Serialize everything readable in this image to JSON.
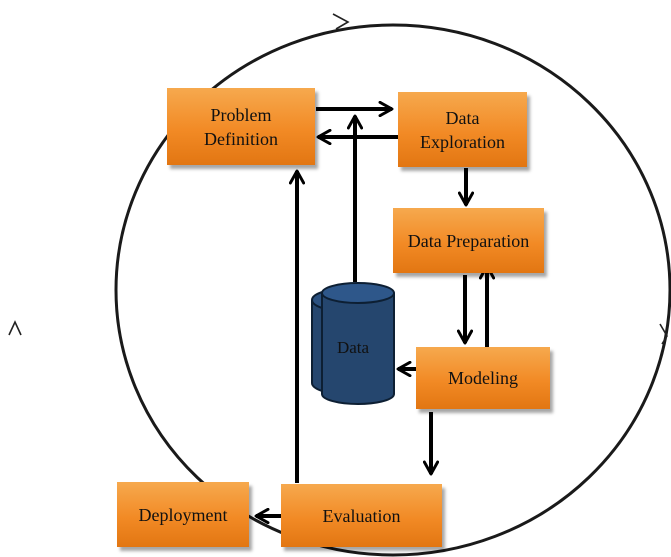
{
  "nodes": {
    "problem_definition": {
      "line1": "Problem",
      "line2": "Definition"
    },
    "data_exploration": {
      "line1": "Data",
      "line2": "Exploration"
    },
    "data_preparation": {
      "label": "Data Preparation"
    },
    "modeling": {
      "label": "Modeling"
    },
    "evaluation": {
      "label": "Evaluation"
    },
    "deployment": {
      "label": "Deployment"
    },
    "data_store": {
      "label": "Data"
    }
  },
  "colors": {
    "box_fill": "#f28a25",
    "database": "#25466e",
    "arrows": "#000000",
    "circle": "#1a1a1a"
  }
}
